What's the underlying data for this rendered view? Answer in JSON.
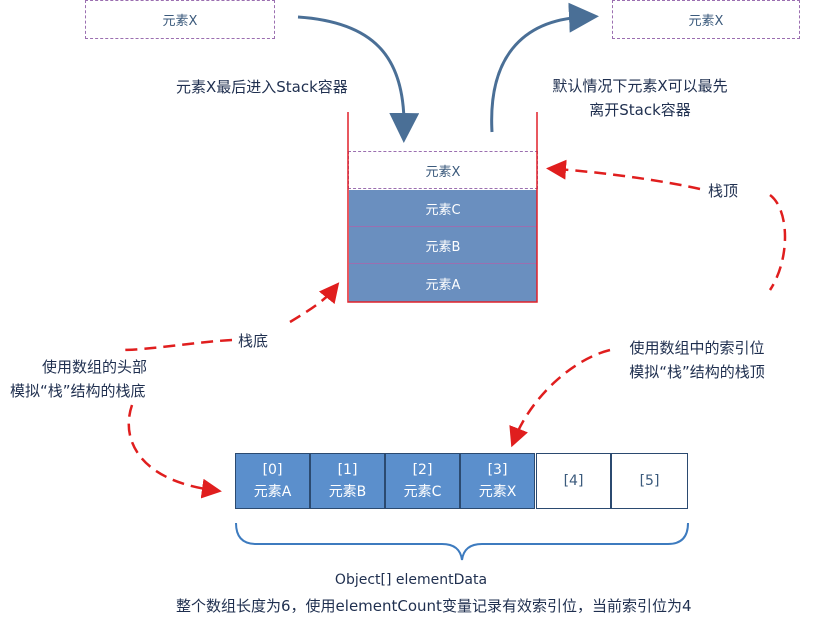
{
  "top_left_box": "元素X",
  "top_right_box": "元素X",
  "push_caption": "元素X最后进入Stack容器",
  "pop_caption_line1": "默认情况下元素X可以最先",
  "pop_caption_line2": "离开Stack容器",
  "stack": {
    "top_slot": "元素X",
    "items": [
      "元素C",
      "元素B",
      "元素A"
    ]
  },
  "stack_top_label": "栈顶",
  "stack_bottom_label": "栈底",
  "left_note_line1": "使用数组的头部",
  "left_note_line2": "模拟“栈”结构的栈底",
  "right_note_line1": "使用数组中的索引位",
  "right_note_line2": "模拟“栈”结构的栈顶",
  "array": {
    "cells": [
      {
        "index": "[0]",
        "value": "元素A"
      },
      {
        "index": "[1]",
        "value": "元素B"
      },
      {
        "index": "[2]",
        "value": "元素C"
      },
      {
        "index": "[3]",
        "value": "元素X"
      },
      {
        "index": "[4]",
        "value": ""
      },
      {
        "index": "[5]",
        "value": ""
      }
    ],
    "name": "Object[] elementData",
    "description": "整个数组长度为6，使用elementCount变量记录有效索引位，当前索引位为4"
  },
  "colors": {
    "stack_fill": "#6a8fbf",
    "array_fill": "#5b8fcc",
    "red_arrow": "#e01e1e",
    "blue_arrow": "#4a6f96",
    "stack_border": "#e0202a"
  }
}
